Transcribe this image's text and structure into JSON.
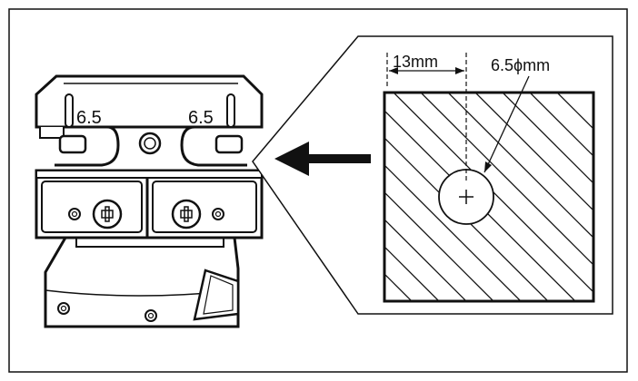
{
  "diagram": {
    "tool_label_left": "6.5",
    "tool_label_right": "6.5",
    "dimension_offset": "13mm",
    "hole_diameter": "6.5ϕmm"
  },
  "colors": {
    "ink": "#111111",
    "paper": "#ffffff"
  }
}
